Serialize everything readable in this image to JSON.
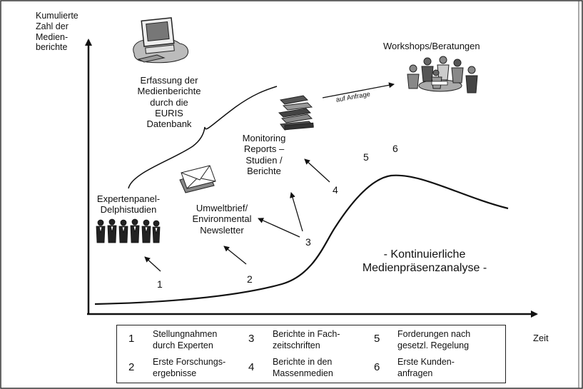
{
  "y_axis_label": [
    "Kumulierte",
    "Zahl der",
    "Medien-",
    "berichte"
  ],
  "x_axis_label": "Zeit",
  "labels": {
    "erfassung": [
      "Erfassung der",
      "Medienberichte",
      "durch die",
      "EURIS",
      "Datenbank"
    ],
    "workshops": "Workshops/Beratungen",
    "auf_anfrage": "auf Anfrage",
    "monitoring": [
      "Monitoring",
      "Reports –",
      "Studien /",
      "Berichte"
    ],
    "umweltbrief": [
      "Umweltbrief/",
      "Environmental",
      "Newsletter"
    ],
    "expertenpanel": [
      "Expertenpanel-",
      "Delphistudien"
    ],
    "kontinuierlich": [
      "- Kontinuierliche",
      "Medienpräsenzanalyse -"
    ]
  },
  "stage_numbers": [
    "1",
    "2",
    "3",
    "4",
    "5",
    "6"
  ],
  "legend": [
    {
      "num": "1",
      "text": [
        "Stellungnahmen",
        "durch Experten"
      ]
    },
    {
      "num": "2",
      "text": [
        "Erste Forschungs-",
        "ergebnisse"
      ]
    },
    {
      "num": "3",
      "text": [
        "Berichte in Fach-",
        "zeitschriften"
      ]
    },
    {
      "num": "4",
      "text": [
        "Berichte in den",
        "Massenmedien"
      ]
    },
    {
      "num": "5",
      "text": [
        "Forderungen nach",
        "gesetzl. Regelung"
      ]
    },
    {
      "num": "6",
      "text": [
        "Erste Kunden-",
        "anfragen"
      ]
    }
  ],
  "icons": [
    "computer-icon",
    "workshop-people-icon",
    "book-stack-icon",
    "envelope-icon",
    "expert-group-icon"
  ]
}
